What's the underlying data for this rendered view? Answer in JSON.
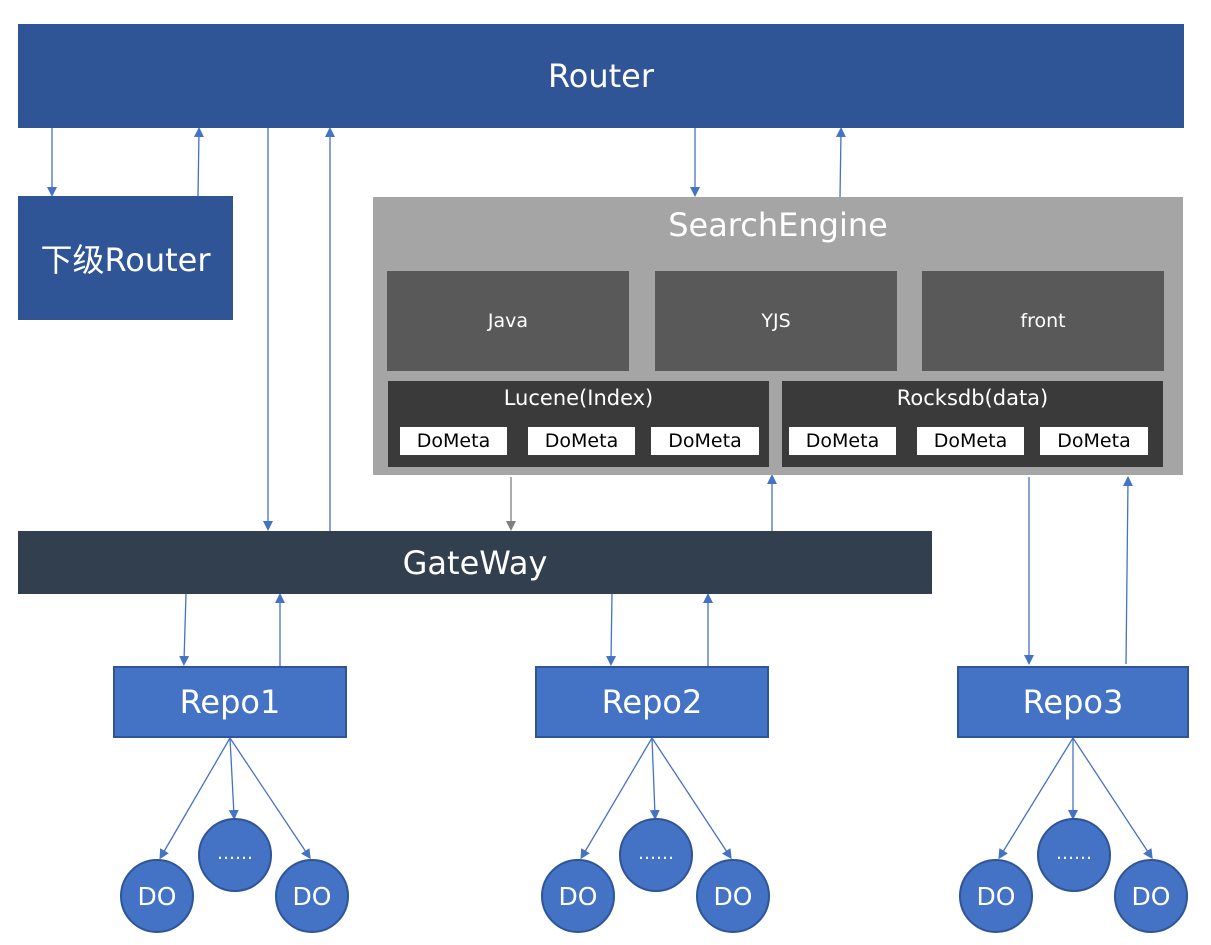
{
  "router": "Router",
  "sub_router": "下级Router",
  "search_engine": {
    "title": "SearchEngine",
    "languages": [
      "Java",
      "YJS",
      "front"
    ],
    "lucene": {
      "title": "Lucene(Index)",
      "items": [
        "DoMeta",
        "DoMeta",
        "DoMeta"
      ]
    },
    "rocksdb": {
      "title": "Rocksdb(data)",
      "items": [
        "DoMeta",
        "DoMeta",
        "DoMeta"
      ]
    }
  },
  "gateway": "GateWay",
  "repos": [
    {
      "name": "Repo1",
      "do_left": "DO",
      "middle": "……",
      "do_right": "DO"
    },
    {
      "name": "Repo2",
      "do_left": "DO",
      "middle": "……",
      "do_right": "DO"
    },
    {
      "name": "Repo3",
      "do_left": "DO",
      "middle": "……",
      "do_right": "DO"
    }
  ],
  "colors": {
    "router_blue": "#2f5597",
    "repo_blue": "#4472c4",
    "gateway_dark": "#323f4f",
    "engine_gray": "#a5a5a5",
    "module_gray": "#595959",
    "store_dark": "#3a3a3a"
  }
}
